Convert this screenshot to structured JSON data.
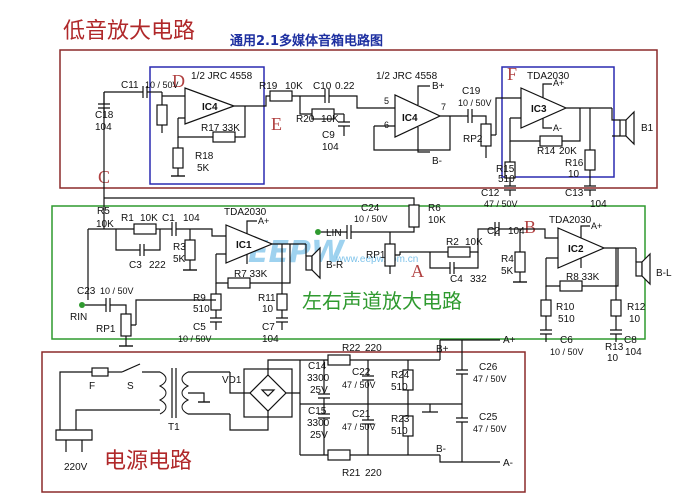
{
  "title": "低音放大电路",
  "subtitle": "通用2.1多媒体音箱电路图",
  "section_stereo": "左右声道放大电路",
  "section_power": "电源电路",
  "watermark": "EEPW",
  "watermark_sub": "www.eepw.com.cn",
  "markers": [
    "A",
    "B",
    "C",
    "D",
    "E",
    "F"
  ],
  "colors": {
    "bass_frame": "#8b2a2a",
    "stereo_frame": "#2f9a2f",
    "power_frame": "#8b2a2a",
    "blue_box": "#2a2ab0",
    "marker": "#b04040"
  },
  "ics": {
    "ic4a": {
      "name": "IC4",
      "part": "1/2 JRC 4558"
    },
    "ic4b": {
      "name": "IC4",
      "part": "1/2 JRC 4558"
    },
    "ic3": {
      "name": "IC3",
      "part": "TDA2030"
    },
    "ic1": {
      "name": "IC1",
      "part": "TDA2030"
    },
    "ic2": {
      "name": "IC2",
      "part": "TDA2030"
    }
  },
  "bass": {
    "c11": "C11",
    "c11v": "10 / 50V",
    "c18": "C18",
    "c18v": "104",
    "r17": "R17  33K",
    "r18": "R18",
    "r18v": "5K",
    "r19": "R19",
    "r19v": "10K",
    "c10": "C10",
    "c10v": "0.22",
    "r20": "R20",
    "r20v": "10K",
    "c9": "C9",
    "c9v": "104",
    "pin5": "5",
    "pin6": "6",
    "pin7": "7",
    "bp": "B+",
    "bm": "B-",
    "c19": "C19",
    "c19v": "10 / 50V",
    "rp2": "RP2",
    "r14": "R14",
    "r14v": "20K",
    "r15": "R15",
    "r15v": "510",
    "r16": "R16",
    "r16v": "10",
    "c12": "C12",
    "c12v": "47 / 50V",
    "c13": "C13",
    "c13v": "104",
    "b1": "B1"
  },
  "stereo": {
    "r5": "R5",
    "r5v": "10K",
    "r1": "R1",
    "r1v": "10K",
    "c1": "C1",
    "c1v": "104",
    "c3": "C3",
    "c3v": "222",
    "r3": "R3",
    "r3v": "5K",
    "c24": "C24",
    "c24v": "10 / 50V",
    "r6": "R6",
    "r6v": "10K",
    "lin": "LIN",
    "rp1": "RP1",
    "r2": "R2",
    "r2v": "10K",
    "c2": "C2",
    "c2v": "104",
    "c4": "C4",
    "c4v": "332",
    "r4": "R4",
    "r4v": "5K",
    "r7": "R7  33K",
    "r8": "R8  33K",
    "r9": "R9",
    "r9v": "510",
    "r11": "R11",
    "r11v": "10",
    "r10": "R10",
    "r10v": "510",
    "r12": "R12",
    "r12v": "10",
    "c5": "C5",
    "c5v": "10 / 50V",
    "c7": "C7",
    "c7v": "104",
    "c6": "C6",
    "c6v": "10 / 50V",
    "c8": "C8",
    "c8v": "104",
    "r13": "R13",
    "r13v": "10",
    "c23": "C23",
    "c23v": "10 / 50V",
    "rin": "RIN",
    "br": "B-R",
    "bl": "B-L",
    "aplus": "A+",
    "aminus": "A-"
  },
  "power": {
    "f": "F",
    "s": "S",
    "t1": "T1",
    "vd1": "VD1",
    "mains": "220V",
    "c14": "C14",
    "c14v": "3300",
    "c14u": "25V",
    "c15": "C15",
    "c15v": "3300",
    "c15u": "25V",
    "r22": "R22",
    "r22v": "220",
    "r21": "R21",
    "r21v": "220",
    "c22": "C22",
    "c22v": "47 / 50V",
    "c21": "C21",
    "c21v": "47 / 50V",
    "r24": "R24",
    "r24v": "510",
    "r23": "R23",
    "r23v": "510",
    "c26": "C26",
    "c26v": "47 / 50V",
    "c25": "C25",
    "c25v": "47 / 50V",
    "bp": "B+",
    "bm": "B-",
    "ap": "A+",
    "am": "A-"
  }
}
